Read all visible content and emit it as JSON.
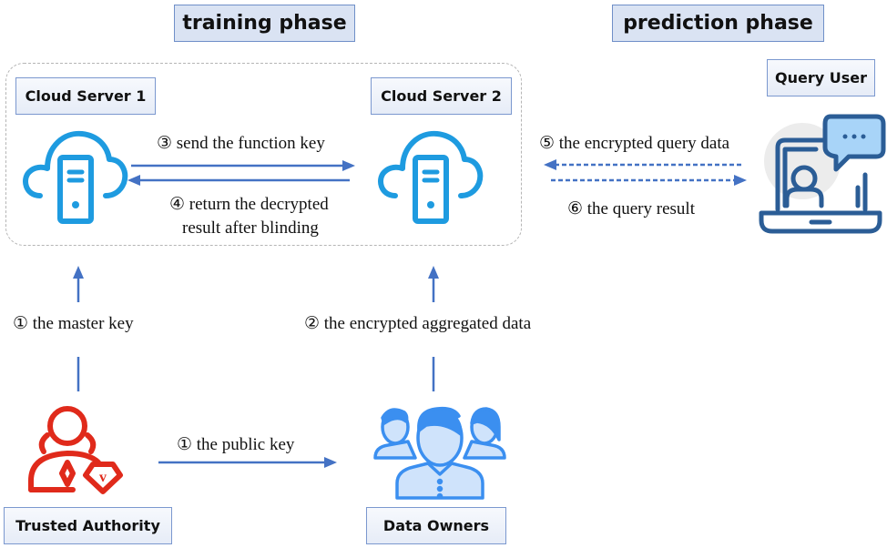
{
  "phases": {
    "training": "training phase",
    "prediction": "prediction phase"
  },
  "entities": {
    "cloud_server_1": "Cloud Server 1",
    "cloud_server_2": "Cloud Server 2",
    "query_user": "Query User",
    "trusted_authority": "Trusted Authority",
    "data_owners": "Data Owners"
  },
  "flows": {
    "step3": "③ send the function key",
    "step4_line1": "④ return the decrypted",
    "step4_line2": "result after blinding",
    "step5": "⑤ the encrypted query data",
    "step6": "⑥ the query result",
    "step1_master": "① the master key",
    "step2": "② the encrypted aggregated data",
    "step1_public": "① the public key"
  },
  "icons": {
    "cloud_server": "cloud-server-icon",
    "query_user": "laptop-chat-user-icon",
    "trusted_authority": "authority-person-badge-icon",
    "data_owners": "user-group-icon"
  },
  "colors": {
    "arrow": "#4472c4",
    "cloud_icon": "#1e9be0",
    "authority_icon": "#e02a1b",
    "owners_icon": "#3b8ff0",
    "laptop_icon": "#2b5d96",
    "phase_fill": "#dae3f3"
  }
}
